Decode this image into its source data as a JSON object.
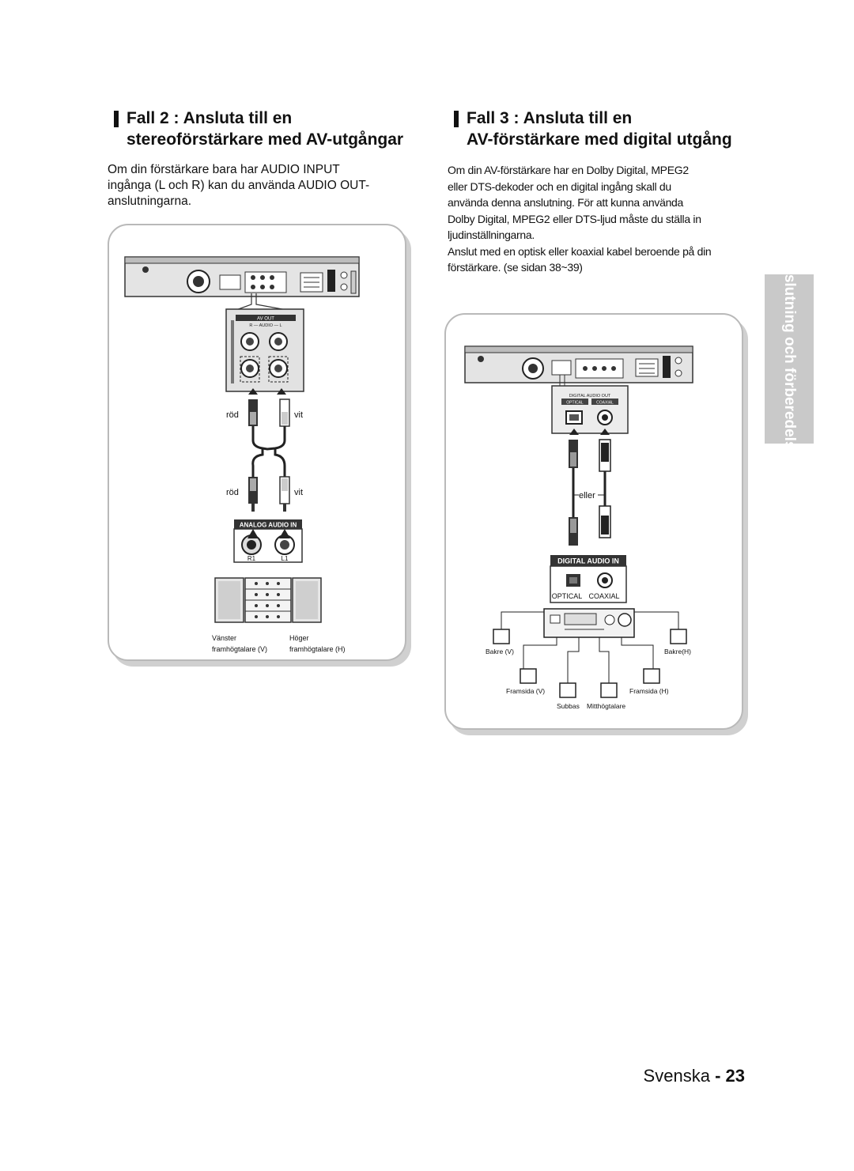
{
  "case2": {
    "title_line1": "Fall 2 : Ansluta till en",
    "title_line2": "stereoförstärkare med AV-utgångar",
    "body_line1": "Om din förstärkare bara har AUDIO INPUT",
    "body_line2": "ingånga (L och R) kan du använda AUDIO OUT-",
    "body_line3": "anslutningarna.",
    "diagram": {
      "av_out": "AV OUT",
      "audio": "R — AUDIO — L",
      "red1": "röd",
      "white1": "vit",
      "red2": "röd",
      "white2": "vit",
      "analog_audio_in": "ANALOG AUDIO IN",
      "r1": "R1",
      "l1": "L1",
      "left_speaker_l1": "Vänster",
      "left_speaker_l2": "framhögtalare (V)",
      "right_speaker_l1": "Höger",
      "right_speaker_l2": "framhögtalare (H)"
    }
  },
  "case3": {
    "title_line1": "Fall 3 : Ansluta till en",
    "title_line2": "AV-förstärkare med digital utgång",
    "body_lines": [
      "Om din AV-förstärkare har en Dolby Digital, MPEG2",
      "eller DTS-dekoder och en digital ingång skall du",
      "använda denna anslutning. För att kunna använda",
      "Dolby Digital, MPEG2 eller DTS-ljud måste du ställa in",
      "ljudinställningarna.",
      "Anslut med en optisk eller koaxial kabel beroende på din",
      "förstärkare. (se sidan 38~39)"
    ],
    "diagram": {
      "digital_audio_out": "DIGITAL AUDIO OUT",
      "optical_small": "OPTICAL",
      "coaxial_small": "COAXIAL",
      "or": "eller",
      "digital_audio_in": "DIGITAL AUDIO IN",
      "optical": "OPTICAL",
      "coaxial": "COAXIAL",
      "rear_left": "Bakre (V)",
      "rear_right": "Bakre(H)",
      "front_left": "Framsida (V)",
      "front_right": "Framsida (H)",
      "subwoofer": "Subbas",
      "center": "Mitthögtalare"
    }
  },
  "side_tab": "Anslutning och förberedelser",
  "footer": {
    "language": "Svenska",
    "separator": "-",
    "page": "23"
  }
}
